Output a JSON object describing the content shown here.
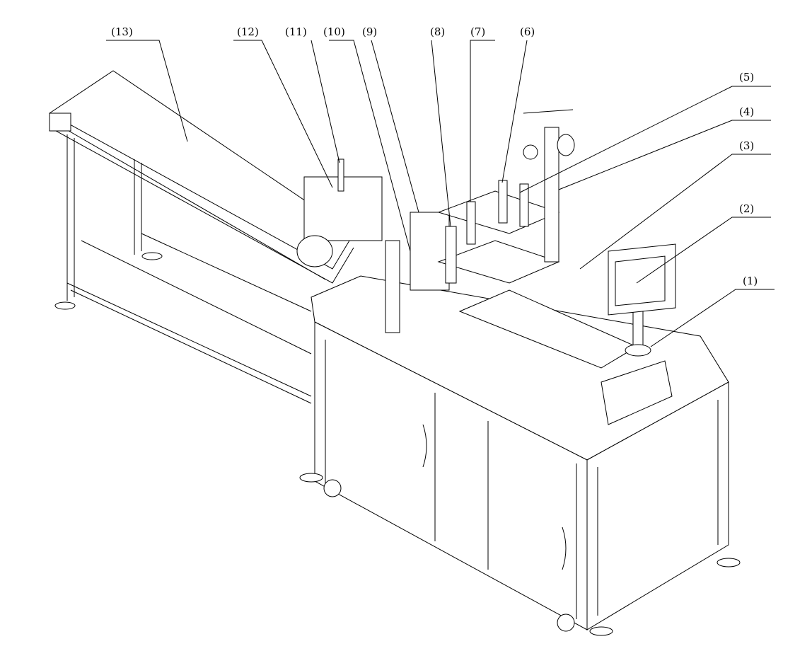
{
  "figure": {
    "labels": [
      {
        "id": "1",
        "text": "(1)"
      },
      {
        "id": "2",
        "text": "(2)"
      },
      {
        "id": "3",
        "text": "(3)"
      },
      {
        "id": "4",
        "text": "(4)"
      },
      {
        "id": "5",
        "text": "(5)"
      },
      {
        "id": "6",
        "text": "(6)"
      },
      {
        "id": "7",
        "text": "(7)"
      },
      {
        "id": "8",
        "text": "(8)"
      },
      {
        "id": "9",
        "text": "(9)"
      },
      {
        "id": "10",
        "text": "(10)"
      },
      {
        "id": "11",
        "text": "(11)"
      },
      {
        "id": "12",
        "text": "(12)"
      },
      {
        "id": "13",
        "text": "(13)"
      }
    ]
  }
}
